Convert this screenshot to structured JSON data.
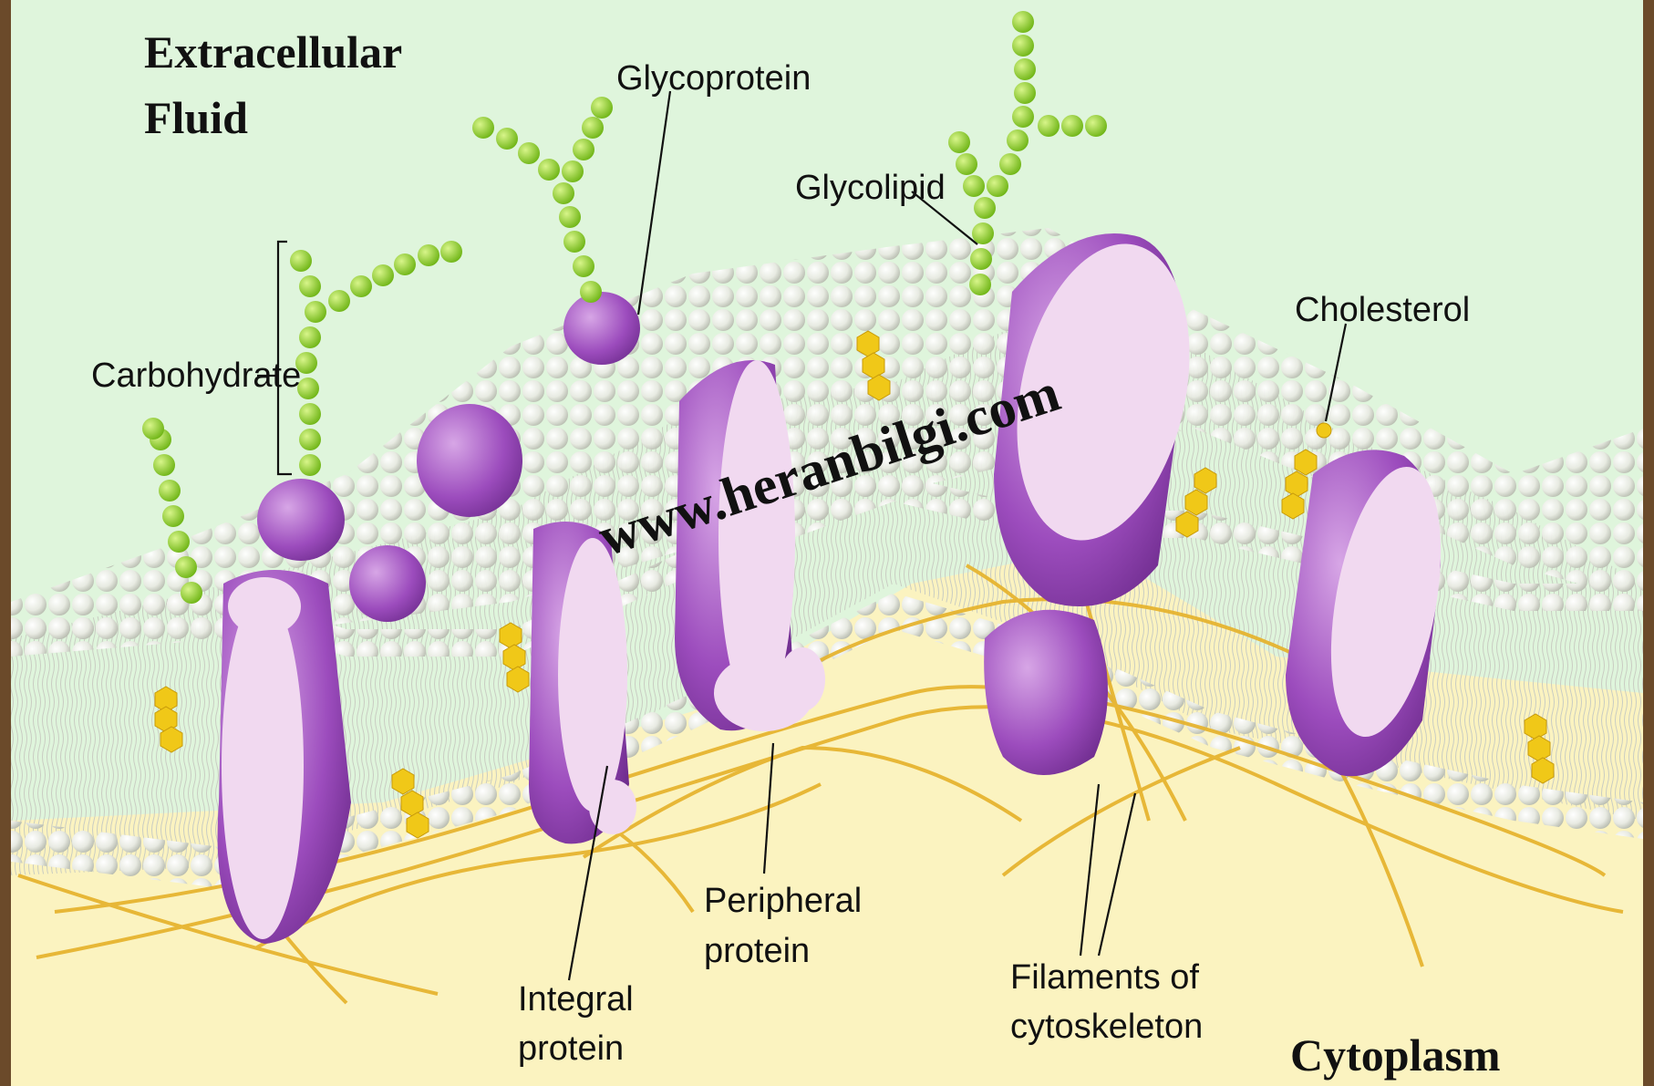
{
  "diagram": {
    "title_extracellular": [
      "Extracellular",
      "Fluid"
    ],
    "title_cytoplasm": "Cytoplasm",
    "watermark": "www.heranbilgi.com",
    "labels": {
      "glycoprotein": "Glycoprotein",
      "glycolipid": "Glycolipid",
      "carbohydrate": "Carbohydrate",
      "cholesterol": "Cholesterol",
      "peripheral_protein": [
        "Peripheral",
        "protein"
      ],
      "integral_protein": [
        "Integral",
        "protein"
      ],
      "filaments": [
        "Filaments of",
        "cytoskeleton"
      ]
    },
    "colors": {
      "extracellular": "#dff5dc",
      "cytoplasm": "#fbf3c0",
      "protein": "#a24fc0",
      "protein_face": "#f1d9f0",
      "carbohydrate": "#8fd12a",
      "cholesterol": "#f0c818",
      "filament": "#e6b430",
      "phospholipid_head": "#eef0ea",
      "frame": "#6b4a2a"
    }
  }
}
